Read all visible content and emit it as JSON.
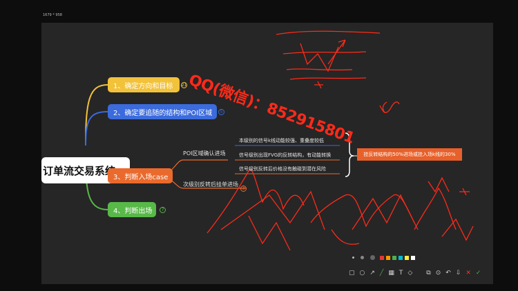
{
  "window": {
    "dimensions_label": "1679 * 958"
  },
  "mindmap": {
    "root": "订单流交易系统",
    "nodes": [
      {
        "label": "1、确定方向和目标",
        "badge": "21",
        "color": "#f2c23a"
      },
      {
        "label": "2、确定要追随的结构和POI区域",
        "badge": "5",
        "color": "#3b6bdc"
      },
      {
        "label": "3、判断入场case",
        "badge": "",
        "color": "#ea6a2d"
      },
      {
        "label": "4、判断出场",
        "badge": "7",
        "color": "#58b848"
      }
    ],
    "case_branches": {
      "poi_label": "POI区域确认进场",
      "secondary_label": "次级别反转后挂单进场",
      "secondary_badge": "3",
      "conditions": [
        "本级别的信号k线动能较强、重叠度较低",
        "信号级别出现FVG的反转结构，有动能转换",
        "信号级别反转后价格没有触碰到潜在风险"
      ],
      "result": "挂反转结构的50%进场或挂入场k线的30%"
    }
  },
  "annotation": {
    "text": "QQ(微信)：852915801",
    "color": "#ff2a1a"
  },
  "toolbar": {
    "colors": [
      "#e53935",
      "#ff9800",
      "#4caf50",
      "#00bcd4",
      "#ffeb3b",
      "#ffffff"
    ],
    "tools": [
      "rectangle-tool",
      "circle-tool",
      "arrow-tool",
      "pen-tool",
      "mosaic-tool",
      "text-tool",
      "marker-tool",
      "copy-tool",
      "pin-tool",
      "undo-tool",
      "download-tool",
      "cancel-tool",
      "confirm-tool"
    ]
  }
}
